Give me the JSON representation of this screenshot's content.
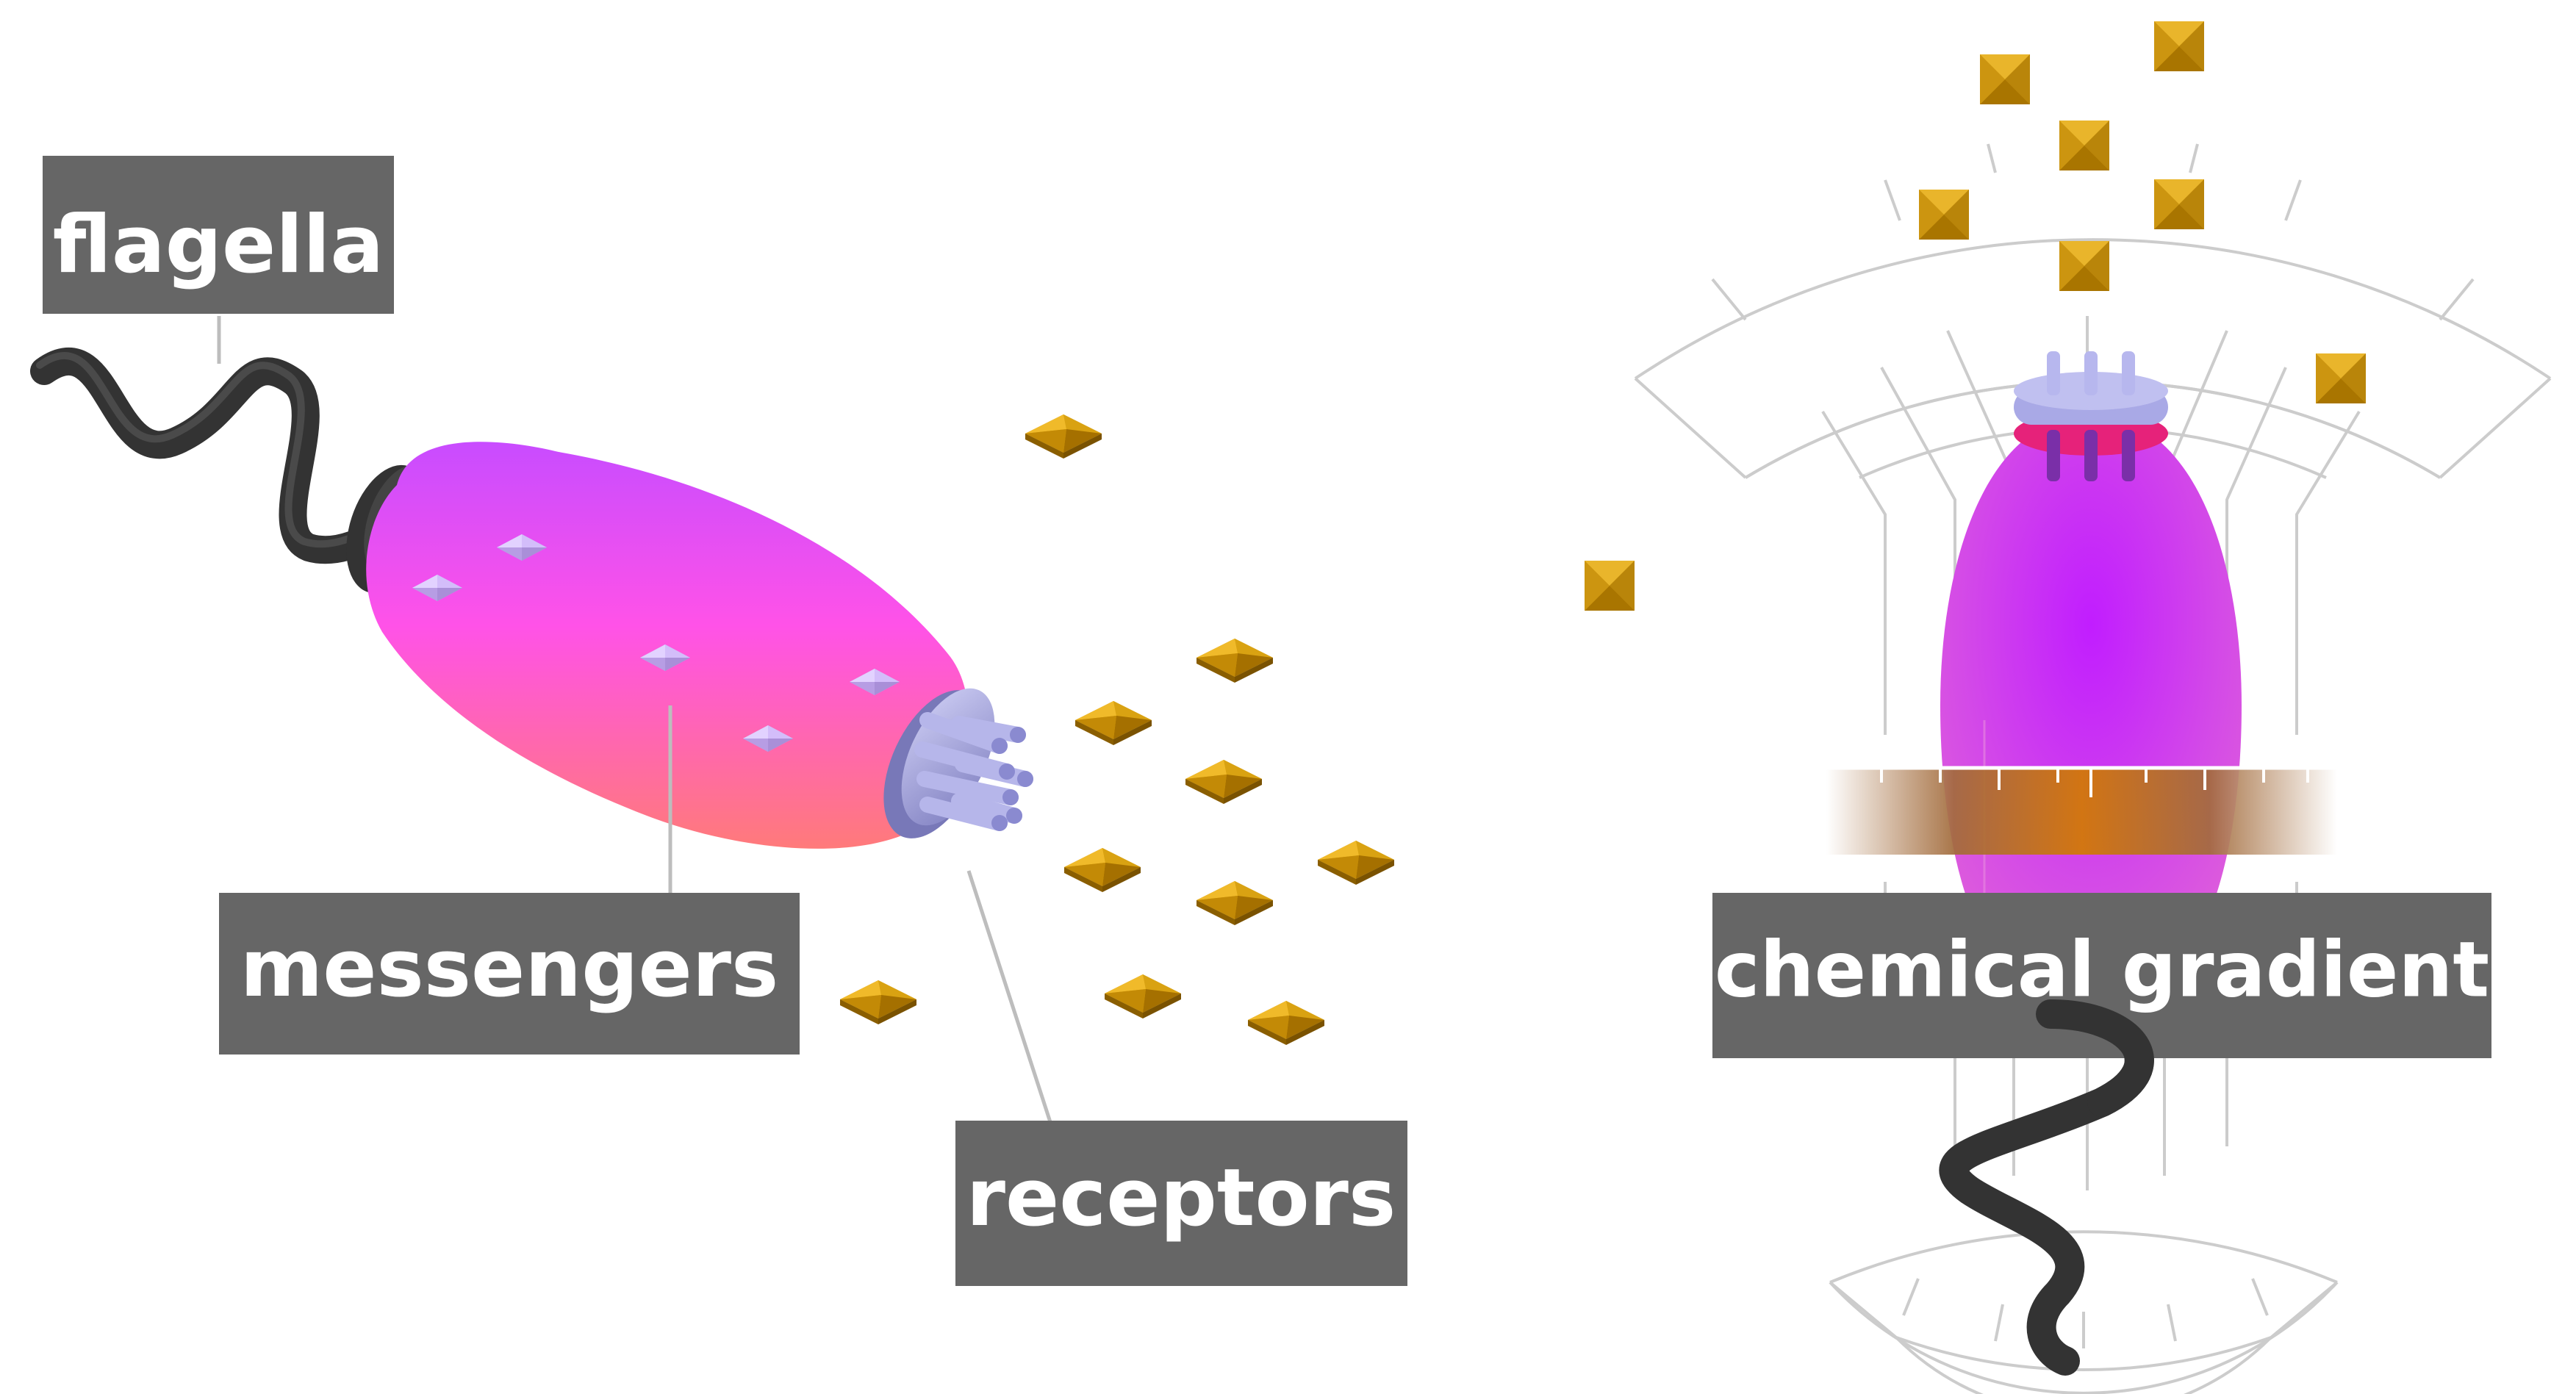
{
  "labels": {
    "flagella": "flagella",
    "messengers": "messengers",
    "receptors": "receptors",
    "chemical_gradient": "chemical gradient"
  },
  "colors": {
    "label_box": "#666666",
    "label_text": "#ffffff",
    "leader_line": "#bdbdbd",
    "molecule": "#d39b0a",
    "molecule_dark": "#9a6b00",
    "cell_pink": "#ff4fd2",
    "cell_purple": "#b83cff",
    "cell_orange": "#ff7a7a",
    "flagellum": "#3a3a3a",
    "receptor_lavender": "#a6a6e8",
    "gauge_line": "#c9c9c9"
  },
  "icons": {
    "molecule": "pyramid-square-icon",
    "receptor": "receptor-cluster-icon",
    "flagellum": "flagellum-icon"
  }
}
